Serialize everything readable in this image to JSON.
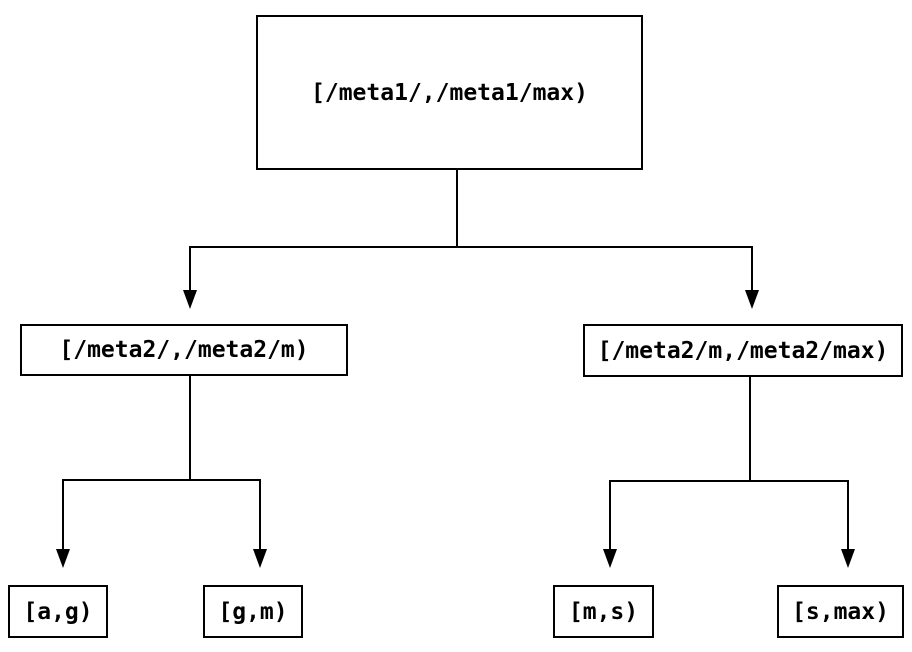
{
  "colors": {
    "background": "#ffffff",
    "line": "#000000",
    "text": "#000000",
    "node_border": "#000000",
    "node_fill": "#ffffff"
  },
  "tree": {
    "root": {
      "label": "[/meta1/,/meta1/max)"
    },
    "children": [
      {
        "label": "[/meta2/,/meta2/m)",
        "children": [
          {
            "label": "[a,g)"
          },
          {
            "label": "[g,m)"
          }
        ]
      },
      {
        "label": "[/meta2/m,/meta2/max)",
        "children": [
          {
            "label": "[m,s)"
          },
          {
            "label": "[s,max)"
          }
        ]
      }
    ]
  },
  "edges": [
    {
      "from": "[/meta1/,/meta1/max)",
      "to": "[/meta2/,/meta2/m)"
    },
    {
      "from": "[/meta1/,/meta1/max)",
      "to": "[/meta2/m,/meta2/max)"
    },
    {
      "from": "[/meta2/,/meta2/m)",
      "to": "[a,g)"
    },
    {
      "from": "[/meta2/,/meta2/m)",
      "to": "[g,m)"
    },
    {
      "from": "[/meta2/m,/meta2/max)",
      "to": "[m,s)"
    },
    {
      "from": "[/meta2/m,/meta2/max)",
      "to": "[s,max)"
    }
  ]
}
